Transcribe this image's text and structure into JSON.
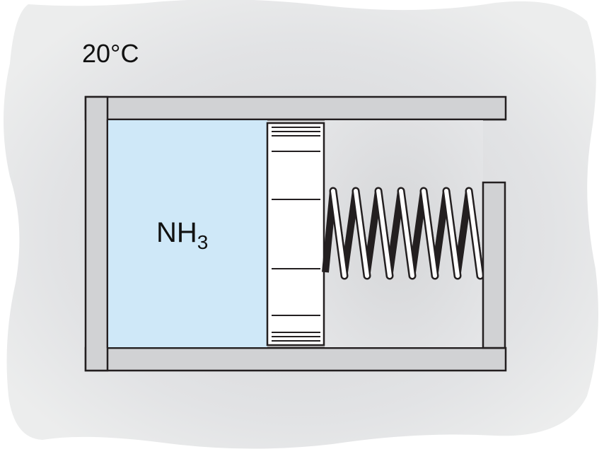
{
  "temperature_label": "20°C",
  "gas_label": {
    "main": "NH",
    "subscript": "3"
  },
  "colors": {
    "surroundings": "#e6e7e8",
    "cylinder_wall": "#d1d2d4",
    "gas": "#cfe8f8",
    "piston": "#ffffff",
    "spring_dark": "#231f20",
    "spring_light": "#ffffff",
    "outline": "#231f20"
  }
}
